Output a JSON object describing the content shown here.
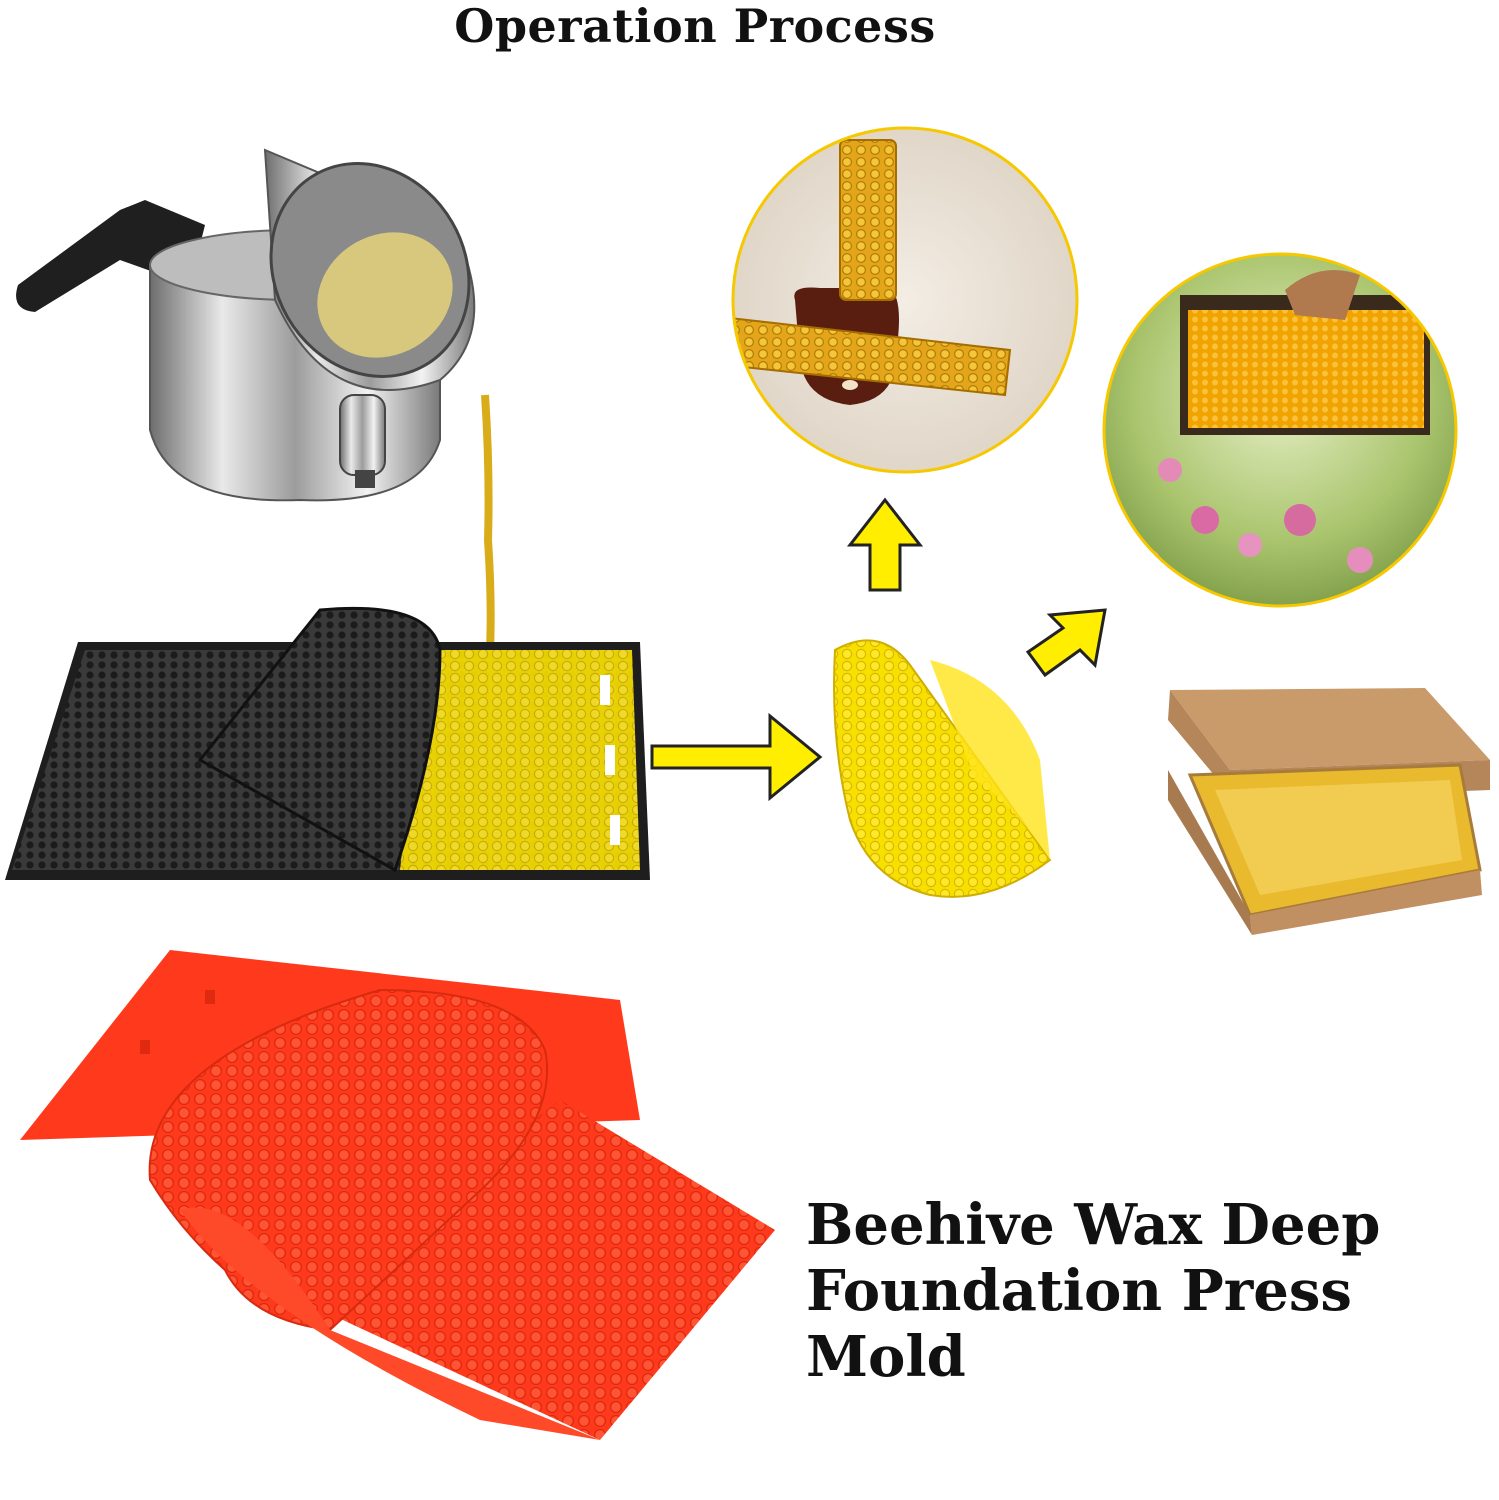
{
  "header": {
    "title": "Operation Process"
  },
  "caption": {
    "line1": "Beehive Wax Deep",
    "line2": "Foundation Press Mold"
  },
  "colors": {
    "arrow_fill": "#ffee00",
    "arrow_stroke": "#222222",
    "wax_yellow": "#f5d400",
    "mold_red": "#ff3b1f",
    "mold_dark": "#2a2a2a",
    "cardboard": "#c99b6a"
  },
  "icons": {
    "arrow_1": "arrow-right-icon",
    "arrow_2": "arrow-up-icon",
    "arrow_3": "arrow-up-right-icon"
  }
}
